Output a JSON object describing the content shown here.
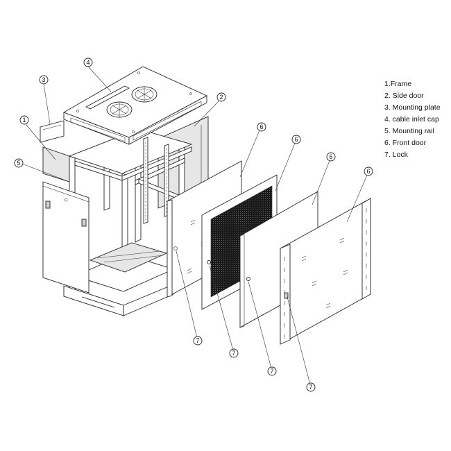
{
  "legend": {
    "items": [
      "1.Frame",
      "2. Side door",
      "3. Mounting plate",
      "4. cable inlet cap",
      "5. Mounting rail",
      "6. Front door",
      "7. Lock"
    ]
  },
  "callouts": {
    "c1": "1",
    "c2": "2",
    "c3": "3",
    "c4": "4",
    "c5": "5",
    "c6a": "6",
    "c6b": "6",
    "c6c": "6",
    "c6d": "6",
    "c7a": "7",
    "c7b": "7",
    "c7c": "7",
    "c7d": "7"
  },
  "colors": {
    "line": "#222222",
    "panel": "#e6e6e6",
    "mesh": "#1a1a1a",
    "background": "#ffffff"
  }
}
